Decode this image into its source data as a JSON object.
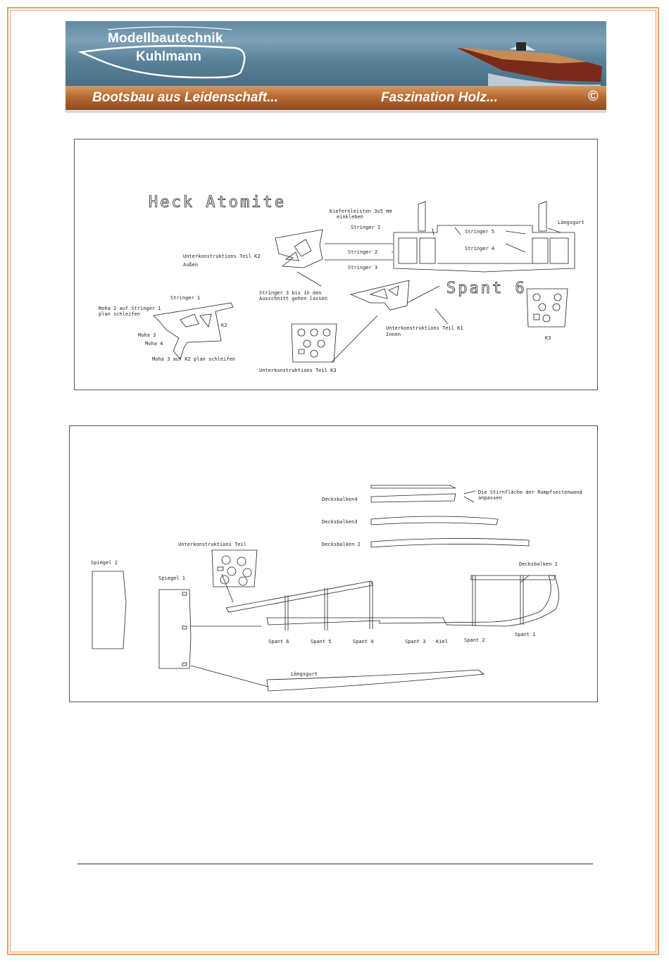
{
  "banner": {
    "brand_line1": "Modellbautechnik",
    "brand_line2": "Kuhlmann",
    "slogan_left": "Bootsbau aus Leidenschaft...",
    "slogan_right": "Faszination  Holz...",
    "copyright": "©"
  },
  "drawing1": {
    "title": "Heck Atomite",
    "section_label": "Spant 6",
    "labels": {
      "kiefer1": "Kiefernleisten 3x5 mm",
      "kiefer2": "einkleben",
      "stringer1": "Stringer 1",
      "stringer2": "Stringer 2",
      "stringer3": "Stringer 3",
      "stringer4": "Stringer 4",
      "stringer5": "Stringer 5",
      "laengsgurt": "Längsgurt",
      "k2_line1": "Unterkonstruktions Teil K2",
      "k2_line2": "Außen",
      "stringer3_note1": "Stringer 3 bis in den",
      "stringer3_note2": "Ausschnitt gehen lassen",
      "left_stringer1": "Stringer 1",
      "moha2_line1": "Moha 2 auf Stringer 1",
      "moha2_line2": "plan schleifen",
      "moha3": "Moha 3",
      "moha4": "Moha 4",
      "k2_small": "K2",
      "moha3_note": "Moha 3 auf K2 plan schleifen",
      "k1_line1": "Unterkonstruktions Teil K1",
      "k1_line2": "Innen",
      "k3_label": "Unterkonstruktions Teil K3",
      "k3_small": "K3"
    }
  },
  "drawing2": {
    "labels": {
      "note_line1": "Die Stirnfläche der Rumpfseitenwand",
      "note_line2": "anpassen",
      "decksbalken4": "Decksbalken4",
      "decksbalken3": "Decksbalken3",
      "decksbalken2": "Decksbalken 2",
      "decksbalken1": "Decksbalken 1",
      "unterkonstruktion": "Unterkonstruktions Teil",
      "spiegel2": "Spiegel 2",
      "spiegel1": "Spiegel 1",
      "spant6": "Spant 6",
      "spant5": "Spant 5",
      "spant4": "Spant 4",
      "spant3": "Spant 3",
      "kiel": "Kiel",
      "spant2": "Spant 2",
      "spant1": "Spant 1",
      "laengsgurt": "Längsgurt"
    }
  }
}
